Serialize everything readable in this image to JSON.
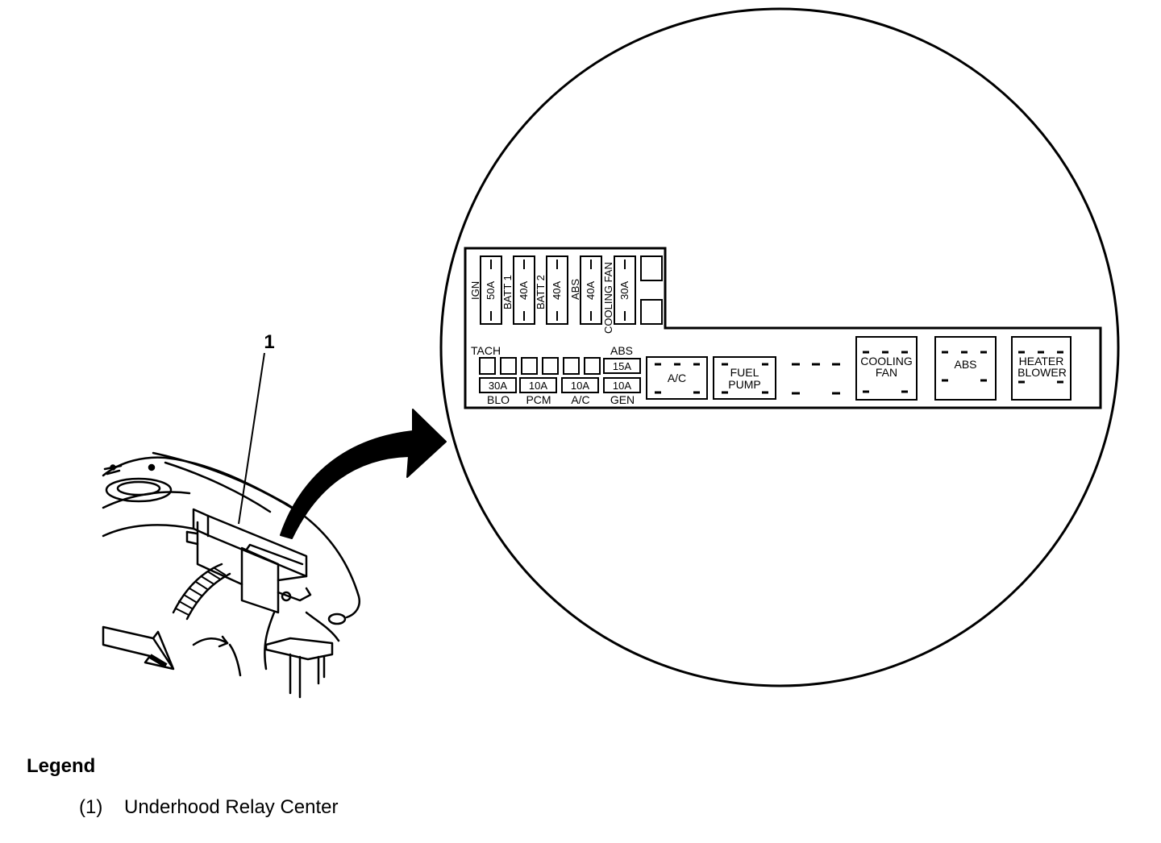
{
  "callout": {
    "number": "1"
  },
  "relay_center": {
    "upper_fuses": [
      {
        "name": "IGN",
        "amp": "50A"
      },
      {
        "name": "BATT 1",
        "amp": "40A"
      },
      {
        "name": "BATT 2",
        "amp": "40A"
      },
      {
        "name": "ABS",
        "amp": "40A"
      },
      {
        "name": "COOLING FAN",
        "amp": "30A"
      }
    ],
    "labels_top": {
      "tach": "TACH",
      "abs": "ABS"
    },
    "mini_fuses": [
      {
        "amp": "30A",
        "label": "BLO"
      },
      {
        "amp": "10A",
        "label": "PCM"
      },
      {
        "amp": "10A",
        "label": "A/C"
      },
      {
        "amp": "10A",
        "label": "GEN"
      }
    ],
    "abs_mini_fuse": "15A",
    "relays": [
      {
        "line1": "A/C",
        "line2": ""
      },
      {
        "line1": "FUEL",
        "line2": "PUMP"
      },
      {
        "line1": "COOLING",
        "line2": "FAN"
      },
      {
        "line1": "ABS",
        "line2": ""
      },
      {
        "line1": "HEATER",
        "line2": "BLOWER"
      }
    ]
  },
  "legend": {
    "title": "Legend",
    "items": [
      {
        "number": "(1)",
        "text": "Underhood Relay Center"
      }
    ]
  }
}
